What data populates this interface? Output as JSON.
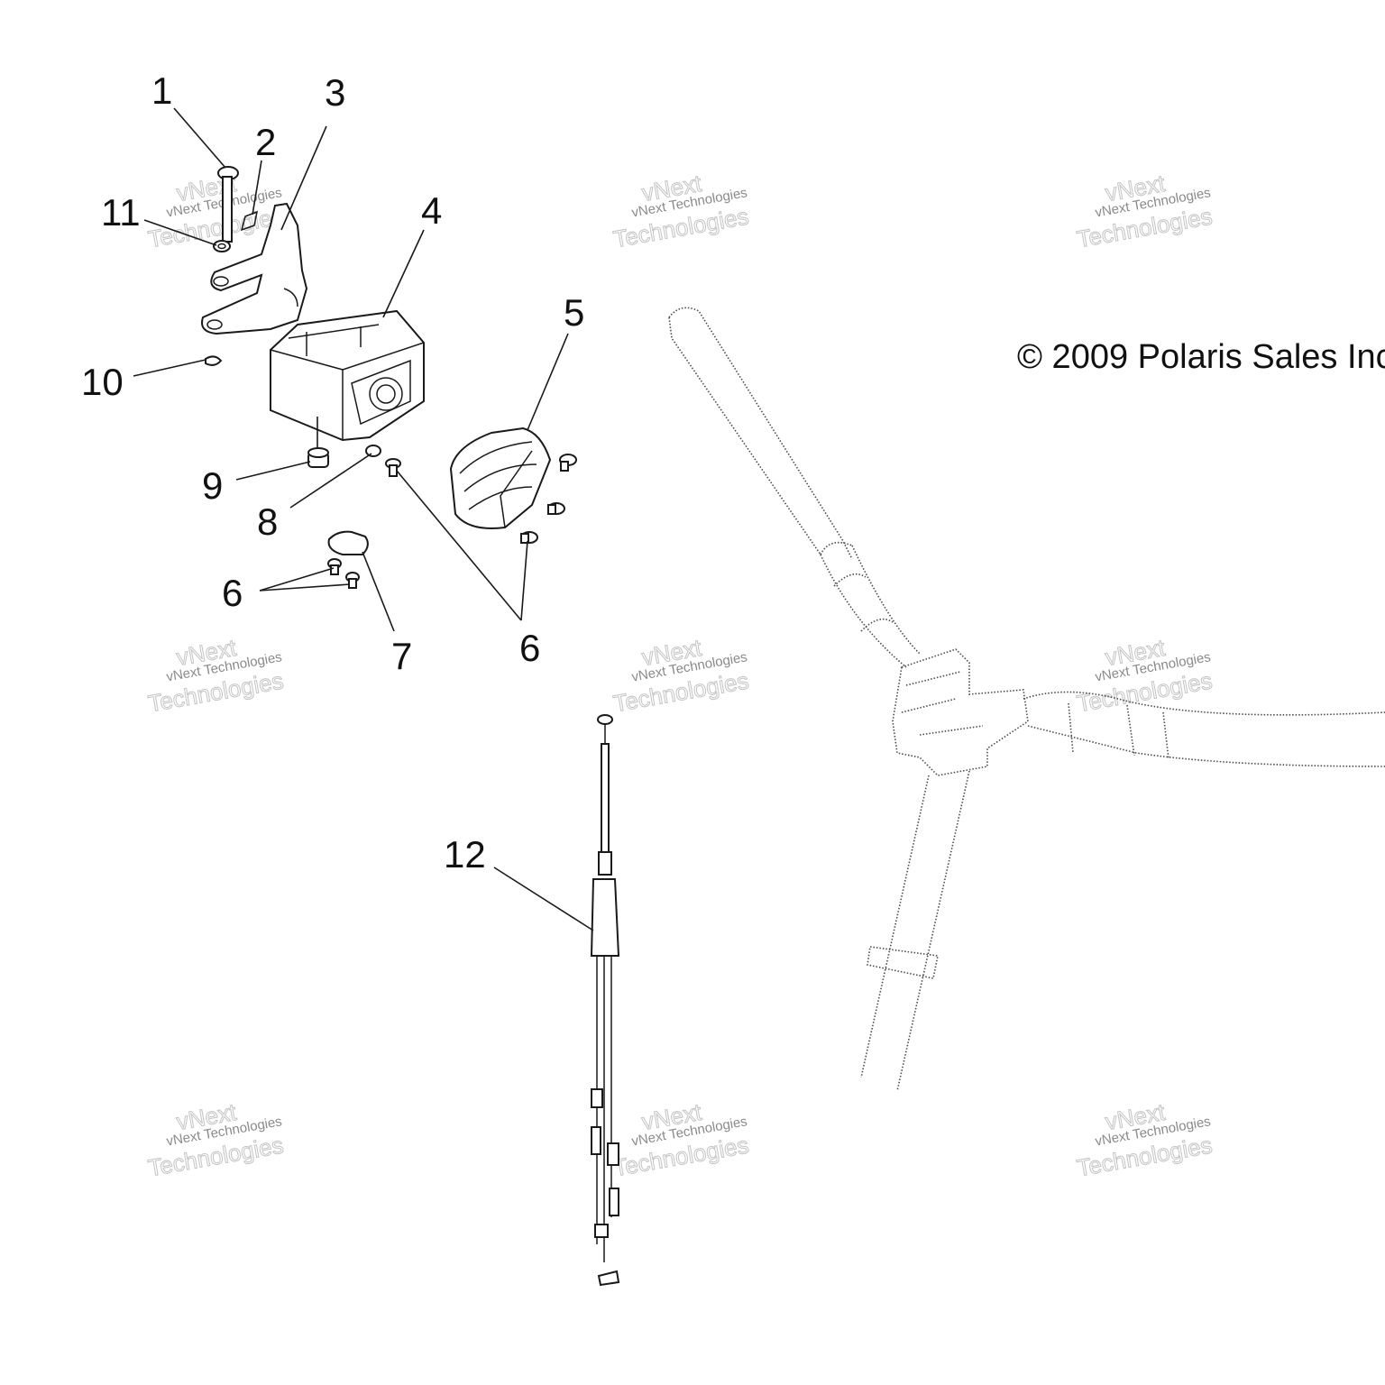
{
  "copyright": "© 2009 Polaris Sales Inc",
  "watermark": {
    "small": "vNext Technologies",
    "big_top": "vNext",
    "big_bottom": "Technologies"
  },
  "callouts": {
    "c1": "1",
    "c2": "2",
    "c3": "3",
    "c4": "4",
    "c5": "5",
    "c6a": "6",
    "c6b": "6",
    "c7": "7",
    "c8": "8",
    "c9": "9",
    "c10": "10",
    "c11": "11",
    "c12": "12"
  },
  "colors": {
    "line": "#1a1a1a",
    "watermark": "#bdbdbd",
    "background": "#ffffff"
  }
}
